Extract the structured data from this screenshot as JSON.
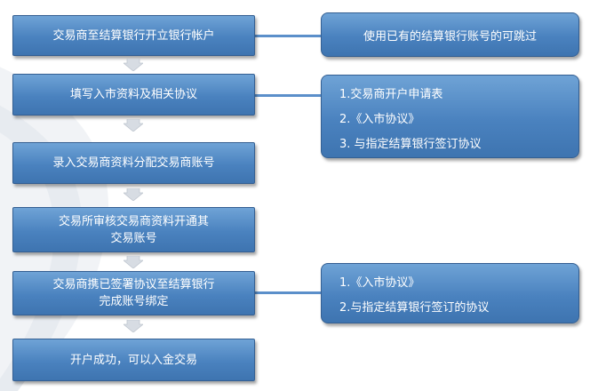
{
  "steps": [
    {
      "lines": [
        "交易商至结算银行开立银行帐户"
      ]
    },
    {
      "lines": [
        "填写入市资料及相关协议"
      ]
    },
    {
      "lines": [
        "录入交易商资料分配交易商账号"
      ]
    },
    {
      "lines": [
        "交易所审核交易商资料开通其",
        "交易账号"
      ]
    },
    {
      "lines": [
        "交易商携已签署协议至结算银行",
        "完成账号绑定"
      ]
    },
    {
      "lines": [
        "开户成功，可以入金交易"
      ]
    }
  ],
  "notes": {
    "skip": "使用已有的结算银行账号的可跳过",
    "forms": [
      "1.交易商开户申请表",
      "2.《入市协议》",
      "3. 与指定结算银行签订协议"
    ],
    "bind_docs": [
      "1.《入市协议》",
      "2.与指定结算银行签订的协议"
    ]
  },
  "colors": {
    "box": "#4a82bf",
    "arrow": "#d7dce3",
    "connector": "#5b8fca"
  }
}
